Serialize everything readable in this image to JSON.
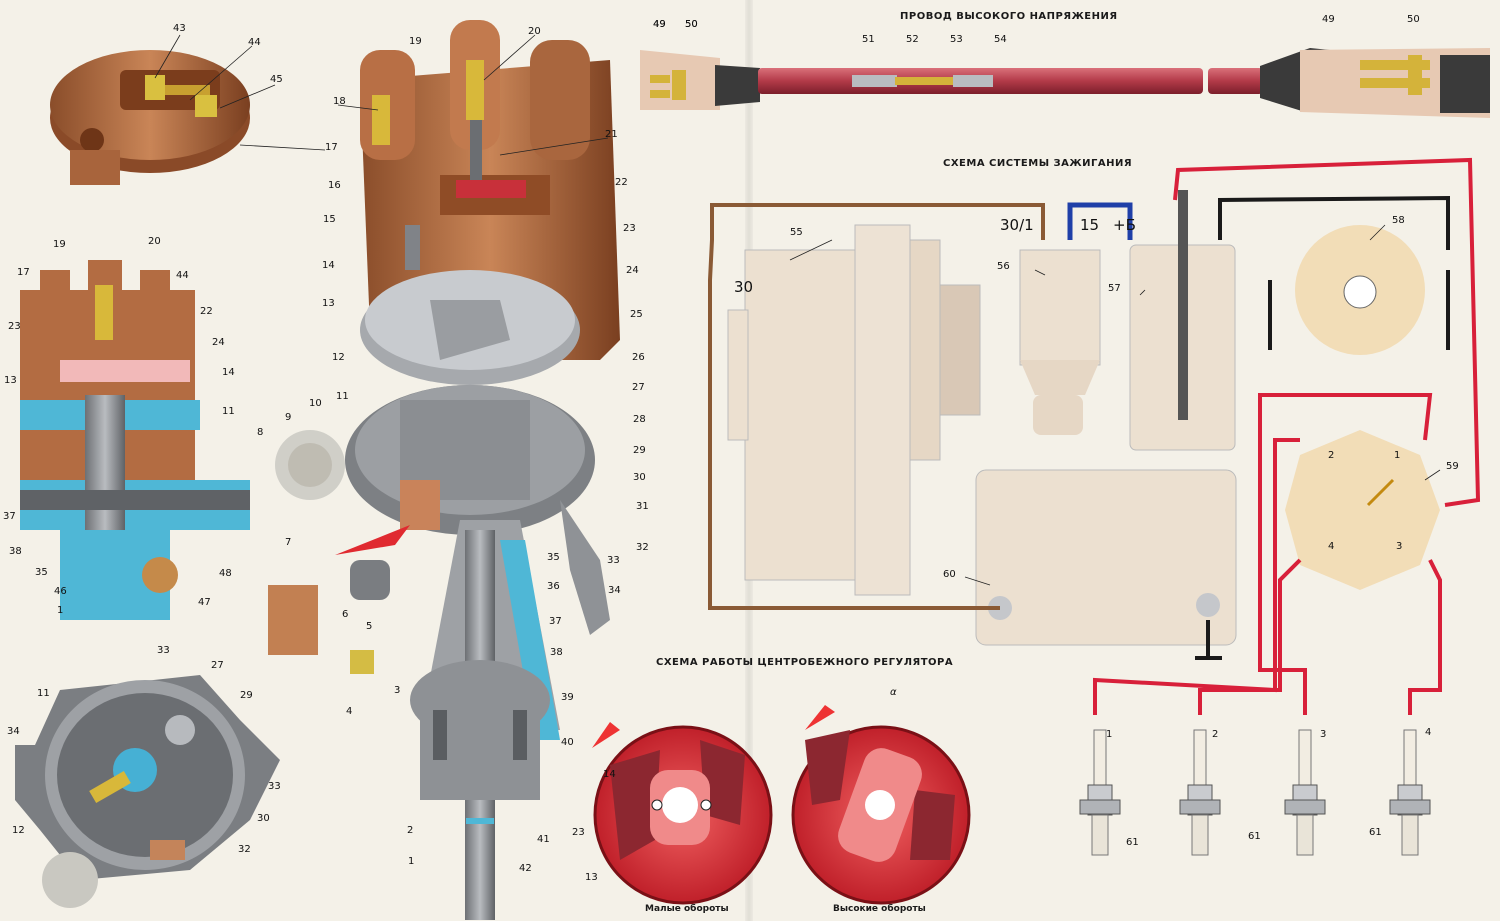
{
  "titles": {
    "hv_wire": "ПРОВОД ВЫСОКОГО НАПРЯЖЕНИЯ",
    "ignition_scheme": "СХЕМА СИСТЕМЫ ЗАЖИГАНИЯ",
    "centrifugal": "СХЕМА РАБОТЫ ЦЕНТРОБЕЖНОГО РЕГУЛЯТОРА"
  },
  "captions": {
    "low_rpm": "Малые обороты",
    "high_rpm": "Высокие обороты"
  },
  "terminals": {
    "t30_1": "30/1",
    "t15": "15",
    "tplus_b": "+Б",
    "t30": "30",
    "alpha": "α"
  },
  "distributor_marks": [
    "1",
    "2",
    "3",
    "4"
  ],
  "plug_numbers": [
    "1",
    "2",
    "3",
    "4"
  ],
  "callouts": {
    "top_left_rotor": [
      "43",
      "44",
      "45"
    ],
    "cap_cutaway": [
      "49",
      "50",
      "17",
      "18",
      "19",
      "20",
      "21",
      "22",
      "23",
      "24",
      "25",
      "26",
      "27",
      "28",
      "29",
      "30",
      "31",
      "32",
      "33",
      "34",
      "35",
      "36",
      "37",
      "38",
      "39",
      "40",
      "41",
      "42",
      "16",
      "15",
      "14",
      "13",
      "12",
      "11",
      "10",
      "9",
      "8",
      "7",
      "6",
      "5",
      "4",
      "3",
      "2",
      "1"
    ],
    "left_section": [
      "19",
      "20",
      "17",
      "44",
      "22",
      "23",
      "24",
      "13",
      "14",
      "11",
      "37",
      "38",
      "35",
      "46",
      "48",
      "47",
      "1"
    ],
    "bottom_left": [
      "33",
      "27",
      "11",
      "29",
      "34",
      "33",
      "12",
      "30",
      "32"
    ],
    "wire": [
      "49",
      "50",
      "51",
      "52",
      "53",
      "54",
      "49",
      "50"
    ],
    "scheme": [
      "55",
      "56",
      "57",
      "58",
      "59",
      "60",
      "61",
      "61",
      "61",
      "61"
    ],
    "regulator": [
      "14",
      "23",
      "13"
    ]
  },
  "colors": {
    "background": "#f4f1e8",
    "cap_brown": "#b8734a",
    "hv_red": "#d8203a",
    "cutaway_blue": "#4fb7d6",
    "metal_gray": "#8c8f93",
    "lowvolt_brown": "#8a5a35",
    "wire_blue": "#1f3fa8",
    "ground_black": "#1a1a1a"
  },
  "icons": {
    "battery_plus": "plus-terminal-icon",
    "battery_minus": "minus-terminal-icon",
    "rotation_arrow": "red-arrow-icon",
    "spark": "spark-icon"
  }
}
